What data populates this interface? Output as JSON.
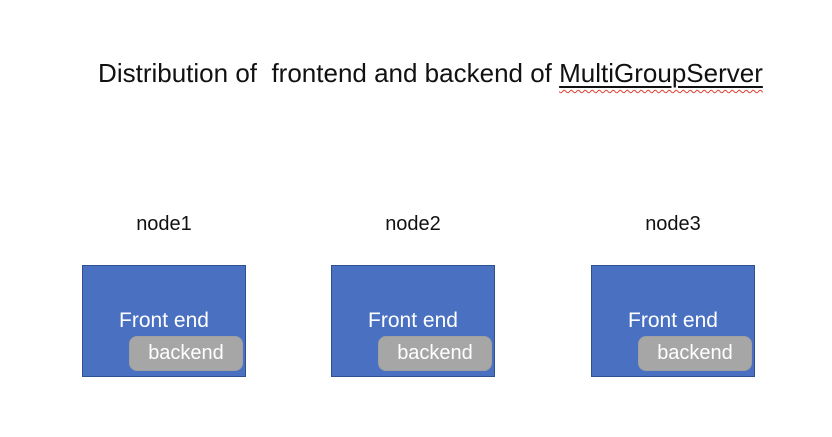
{
  "slide": {
    "title": {
      "prefix": "Distribution of  frontend and backend of ",
      "underlined_word": "MultiGroupServer"
    }
  },
  "nodes": [
    {
      "label": "node1",
      "frontend_label": "Front end",
      "backend_label": "backend"
    },
    {
      "label": "node2",
      "frontend_label": "Front end",
      "backend_label": "backend"
    },
    {
      "label": "node3",
      "frontend_label": "Front end",
      "backend_label": "backend"
    }
  ],
  "colors": {
    "frontend_fill": "#4a70c1",
    "frontend_border": "#2e5191",
    "backend_fill": "#a6a6a6",
    "backend_border": "#a0a0a0",
    "spellcheck_red": "#e03c31",
    "text_dark": "#111111",
    "text_light": "#ffffff"
  }
}
